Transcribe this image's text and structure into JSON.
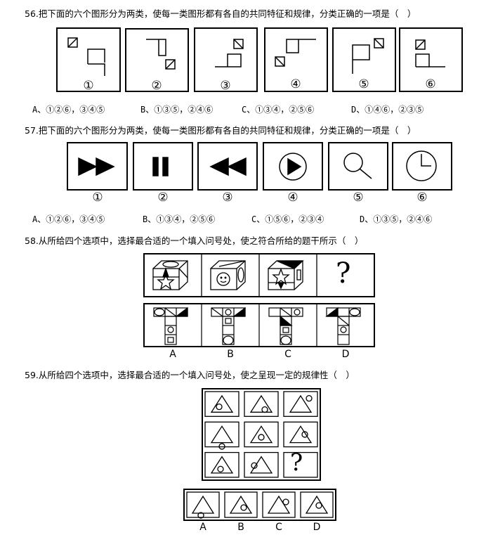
{
  "q56": {
    "title": "56.把下面的六个图形分为两类，使每一类图形都有各自的共同特征和规律，分类正确的一项是（　）",
    "labels": [
      "①",
      "②",
      "③",
      "④",
      "⑤",
      "⑥"
    ],
    "options": [
      "A、①②⑥，③④⑤",
      "B、①③⑤，②④⑥",
      "C、①③④，②⑤⑥",
      "D、①④⑥，②③⑤"
    ]
  },
  "q57": {
    "title": "57.把下面的六个图形分为两类，使每一类图形都有各自的共同特征和规律，分类正确的一项是（　）",
    "labels": [
      "①",
      "②",
      "③",
      "④",
      "⑤",
      "⑥"
    ],
    "options": [
      "A、①②⑥，③④⑤",
      "B、①③④，②⑤⑥",
      "C、①⑤⑥，②③④",
      "D、①③⑤，②④⑥"
    ]
  },
  "q58": {
    "title": "58.从所给四个选项中，选择最合适的一个填入问号处，使之符合所给的题干所示（　）",
    "question_mark": "?",
    "letters": [
      "A",
      "B",
      "C",
      "D"
    ]
  },
  "q59": {
    "title": "59.从所给四个选项中，选择最合适的一个填入问号处，使之呈现一定的规律性（　）",
    "question_mark": "?",
    "letters": [
      "A",
      "B",
      "C",
      "D"
    ]
  }
}
